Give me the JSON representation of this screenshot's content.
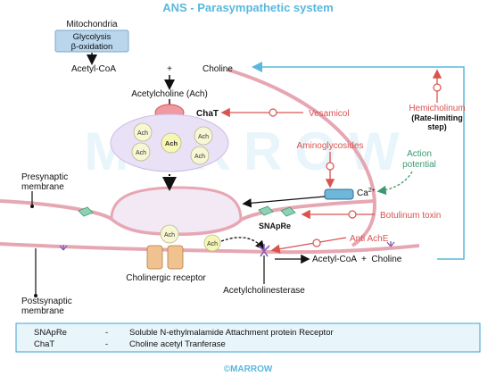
{
  "title": "ANS - Parasympathetic system",
  "mito": {
    "label": "Mitochondria",
    "line1": "Glycolysis",
    "line2": "β-oxidation"
  },
  "pathway": {
    "acetyl_coa": "Acetyl-CoA",
    "plus": "+",
    "choline": "Choline",
    "ach_label": "Acetylcholine (Ach)",
    "chat": "ChaT",
    "vesicle_ach": "Ach"
  },
  "blockers": {
    "vesamicol": "Vesamicol",
    "hemicholinium": "Hemicholinum",
    "hemi_note_1": "(Rate-limiting",
    "hemi_note_2": "step)",
    "aminoglycosides": "Aminoglycosides",
    "botulinum": "Botulinum toxin",
    "anti_ache": "Anti AchE"
  },
  "action_potential": {
    "line1": "Action",
    "line2": "potential"
  },
  "calcium": "Ca",
  "calcium_sup": "2+",
  "snapre_label": "SNApRe",
  "presynaptic": {
    "line1": "Presynaptic",
    "line2": "membrane"
  },
  "postsynaptic": {
    "line1": "Postsynaptic",
    "line2": "membrane"
  },
  "cleft": {
    "ach1": "Ach",
    "ach2": "Ach",
    "receptor": "Cholinergic receptor",
    "enzyme": "Acetylcholinesterase",
    "products": "Acetyl-CoA  +  Choline"
  },
  "legend": [
    {
      "abbr": "SNApRe",
      "dash": "-",
      "def": "Soluble N-ethylmalamide Attachment protein Receptor"
    },
    {
      "abbr": "ChaT",
      "dash": "-",
      "def": "Choline acetyl Tranferase"
    }
  ],
  "footer": "©MARROW",
  "watermark": "MARROW",
  "colors": {
    "title": "#59b8de",
    "red": "#d9534f",
    "green": "#3a9a6e",
    "membrane": "#e6a7b3",
    "nerve": "#f3e9f5",
    "vesicle": "#e9e1f6",
    "legend_bg": "#e8f5fb",
    "legend_border": "#3fa3d4",
    "receptor": "#f0c28f",
    "snapre": "#8fd1b4",
    "mito_box": "#b9d6ec"
  }
}
